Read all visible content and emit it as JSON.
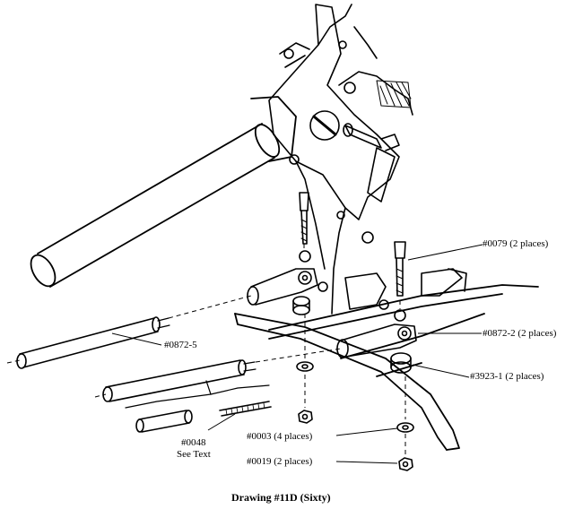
{
  "labels": {
    "p0079": "#0079 (2 places)",
    "p0872_5": "#0872-5",
    "p0872_2": "#0872-2 (2 places)",
    "p3923_1": "#3923-1 (2 places)",
    "p0003": "#0003 (4 places)",
    "p0019": "#0019 (2 places)",
    "p0048": "#0048",
    "see_text": "See Text"
  },
  "caption": "Drawing #11D (Sixty)"
}
